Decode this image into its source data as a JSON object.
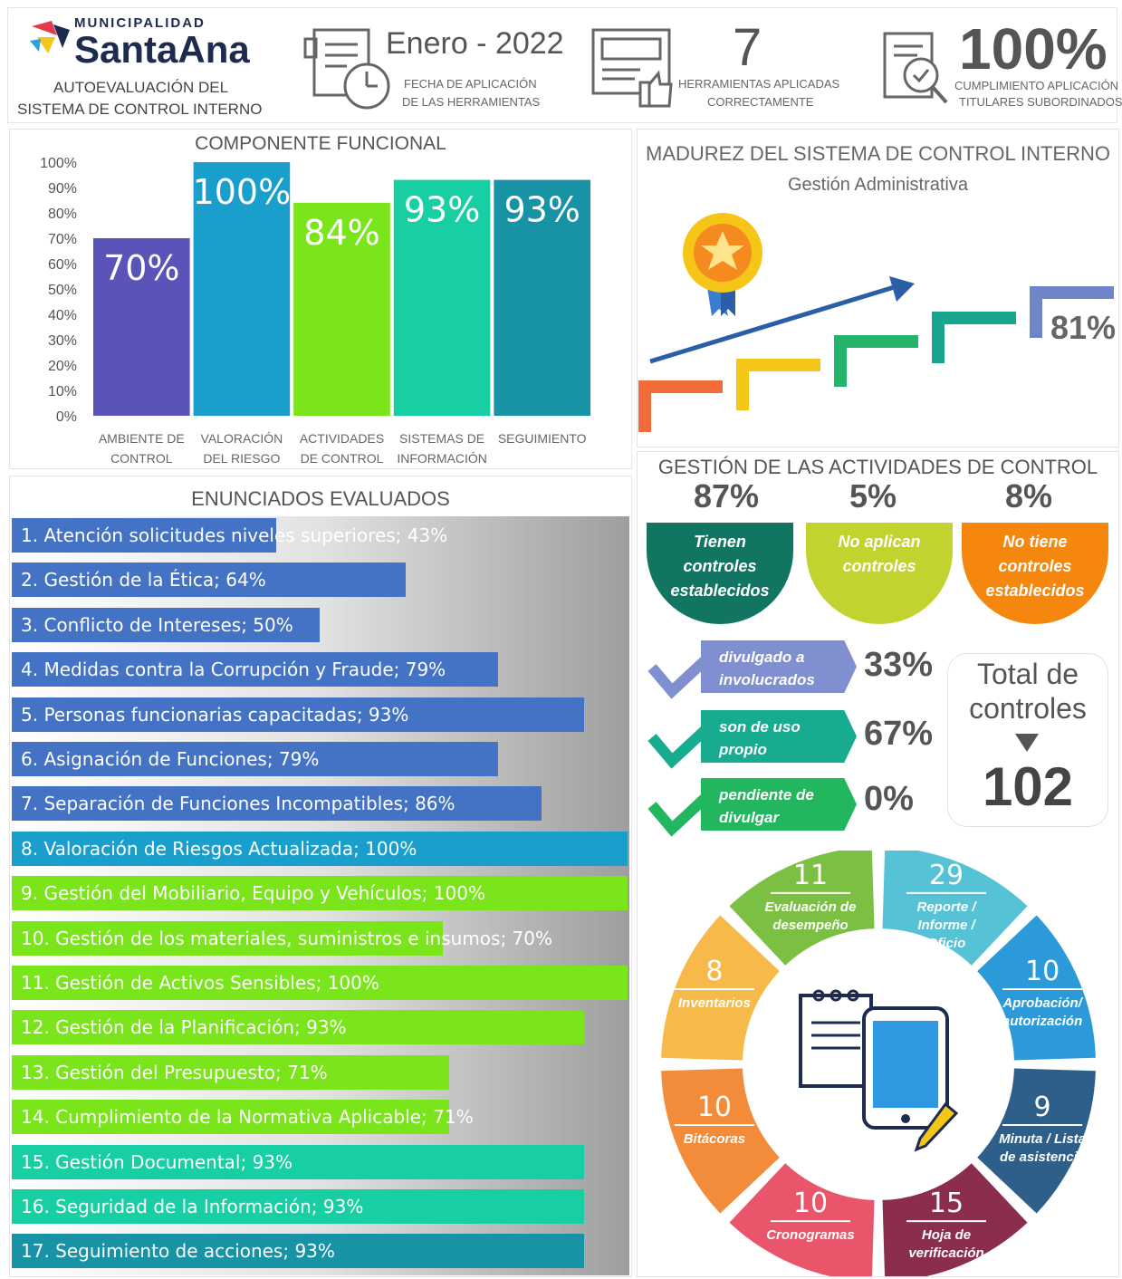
{
  "header": {
    "org_small": "MUNICIPALIDAD",
    "org_name": "SantaAna",
    "subtitle_line1": "AUTOEVALUACIÓN DEL",
    "subtitle_line2": "SISTEMA DE CONTROL INTERNO",
    "date": "Enero - 2022",
    "date_caption1": "FECHA DE APLICACIÓN",
    "date_caption2": "DE LAS HERRAMIENTAS",
    "tools_value": "7",
    "tools_caption1": "HERRAMIENTAS APLICADAS",
    "tools_caption2": "CORRECTAMENTE",
    "compliance_value": "100%",
    "compliance_caption1": "CUMPLIMIENTO APLICACIÓN",
    "compliance_caption2": "TITULARES SUBORDINADOS"
  },
  "chart_data": [
    {
      "type": "bar",
      "title": "COMPONENTE FUNCIONAL",
      "categories": [
        [
          "AMBIENTE DE",
          "CONTROL"
        ],
        [
          "VALORACIÓN",
          "DEL RIESGO"
        ],
        [
          "ACTIVIDADES",
          "DE CONTROL"
        ],
        [
          "SISTEMAS DE",
          "INFORMACIÓN"
        ],
        [
          "SEGUIMIENTO",
          ""
        ]
      ],
      "values": [
        70,
        100,
        84,
        93,
        93
      ],
      "value_labels": [
        "70%",
        "100%",
        "84%",
        "93%",
        "93%"
      ],
      "colors": [
        "#5a53b8",
        "#1a9fcc",
        "#7ae51a",
        "#18cfa3",
        "#1893a6"
      ],
      "ylim": [
        0,
        100
      ],
      "yticks": [
        "0%",
        "10%",
        "20%",
        "30%",
        "40%",
        "50%",
        "60%",
        "70%",
        "80%",
        "90%",
        "100%"
      ]
    },
    {
      "type": "bar",
      "orientation": "horizontal",
      "title": "ENUNCIADOS EVALUADOS",
      "items": [
        {
          "label": "1. Atención solicitudes niveles superiores; 43%",
          "value": 43,
          "color": "#4472c4"
        },
        {
          "label": "2. Gestión de la Ética; 64%",
          "value": 64,
          "color": "#4472c4"
        },
        {
          "label": "3. Conflicto de Intereses; 50%",
          "value": 50,
          "color": "#4472c4"
        },
        {
          "label": "4. Medidas contra la Corrupción y Fraude; 79%",
          "value": 79,
          "color": "#4472c4"
        },
        {
          "label": "5. Personas funcionarias capacitadas; 93%",
          "value": 93,
          "color": "#4472c4"
        },
        {
          "label": "6. Asignación de Funciones; 79%",
          "value": 79,
          "color": "#4472c4"
        },
        {
          "label": "7. Separación de Funciones Incompatibles; 86%",
          "value": 86,
          "color": "#4472c4"
        },
        {
          "label": "8. Valoración de Riesgos Actualizada; 100%",
          "value": 100,
          "color": "#1a9fcc"
        },
        {
          "label": "9. Gestión del Mobiliario, Equipo y Vehículos; 100%",
          "value": 100,
          "color": "#7ae51a"
        },
        {
          "label": "10. Gestión de los materiales, suministros e insumos; 70%",
          "value": 70,
          "color": "#7ae51a"
        },
        {
          "label": "11. Gestión de Activos Sensibles; 100%",
          "value": 100,
          "color": "#7ae51a"
        },
        {
          "label": "12. Gestión de la Planificación; 93%",
          "value": 93,
          "color": "#7ae51a"
        },
        {
          "label": "13. Gestión del Presupuesto; 71%",
          "value": 71,
          "color": "#7ae51a"
        },
        {
          "label": "14. Cumplimiento de la Normativa Aplicable; 71%",
          "value": 71,
          "color": "#7ae51a"
        },
        {
          "label": "15. Gestión Documental; 93%",
          "value": 93,
          "color": "#18cfa3"
        },
        {
          "label": "16. Seguridad de la Información; 93%",
          "value": 93,
          "color": "#18cfa3"
        },
        {
          "label": "17. Seguimiento de acciones; 93%",
          "value": 93,
          "color": "#1893a6"
        }
      ],
      "xlim": [
        0,
        100
      ]
    },
    {
      "type": "pie",
      "title": "",
      "categories": [
        "Evaluación de desempeño",
        "Reporte / Informe / Oficio",
        "Aprobación/ autorización",
        "Minuta / Lista de asistencia",
        "Hoja de verificación",
        "Cronogramas",
        "Bitácoras",
        "Inventarios"
      ],
      "values": [
        11,
        29,
        10,
        9,
        15,
        10,
        10,
        8
      ],
      "colors": [
        "#7bc043",
        "#56c2d6",
        "#2c9ad8",
        "#2e5f8a",
        "#8b2e4c",
        "#e9556a",
        "#f28c3a",
        "#f6b94a"
      ]
    }
  ],
  "madurez": {
    "title": "MADUREZ DEL SISTEMA DE CONTROL INTERNO",
    "subtitle": "Gestión Administrativa",
    "value": "81%",
    "step_colors": [
      "#f26b3a",
      "#f5c518",
      "#24b36b",
      "#1aa58f",
      "#6e85c7"
    ]
  },
  "gestion": {
    "title": "GESTIÓN DE LAS ACTIVIDADES DE CONTROL",
    "blobs": [
      {
        "pct": "87%",
        "text": "Tienen\ncontroles\nestablecidos",
        "color": "#127562"
      },
      {
        "pct": "5%",
        "text": "No aplican\ncontroles",
        "color": "#c2d22e"
      },
      {
        "pct": "8%",
        "text": "No tiene\ncontroles\nestablecidos",
        "color": "#f5870f"
      }
    ],
    "checks": [
      {
        "text": "divulgado a\ninvolucrados",
        "pct": "33%",
        "color": "#7f8fd0"
      },
      {
        "text": "son de uso\npropio",
        "pct": "67%",
        "color": "#17ac8f"
      },
      {
        "text": "pendiente de\ndivulgar",
        "pct": "0%",
        "color": "#22b75e"
      }
    ],
    "total_label1": "Total de",
    "total_label2": "controles",
    "total_value": "102"
  }
}
